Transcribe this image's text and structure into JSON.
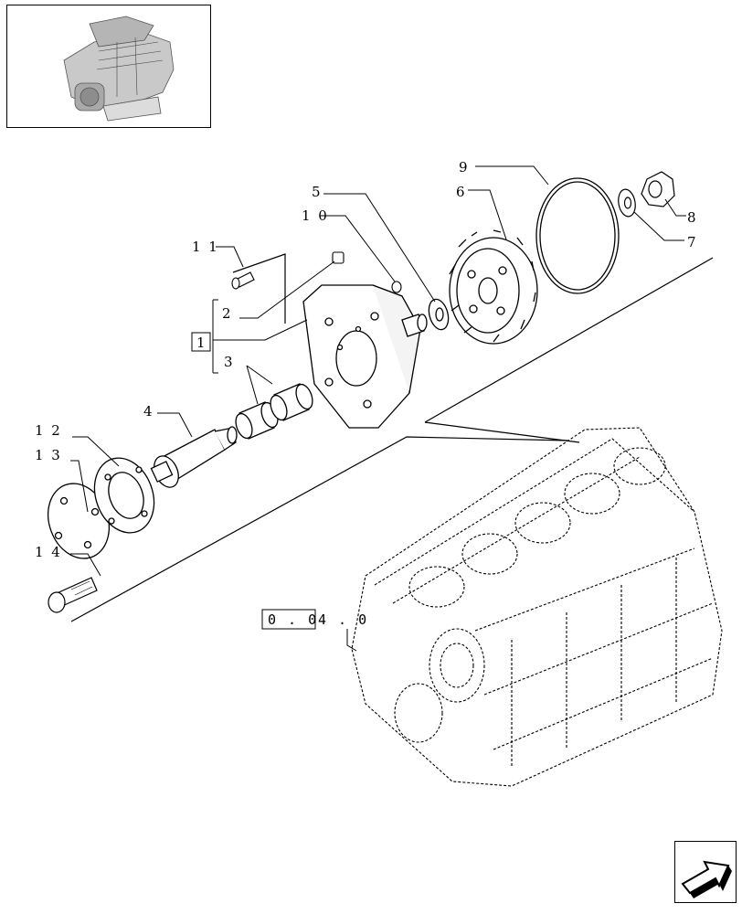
{
  "thumbnail": {
    "icon": "engine-thumbnail-icon"
  },
  "callouts": {
    "c1": "1",
    "c2": "2",
    "c3": "3",
    "c4": "4",
    "c5": "5",
    "c6": "6",
    "c7": "7",
    "c8": "8",
    "c9": "9",
    "c10": "1 0",
    "c11": "1 1",
    "c12": "1 2",
    "c13": "1 3",
    "c14": "1 4"
  },
  "reference": {
    "boxed": "0 . 0",
    "rest": "4 . 0"
  },
  "navigation": {
    "icon": "next-page-arrow-icon"
  }
}
